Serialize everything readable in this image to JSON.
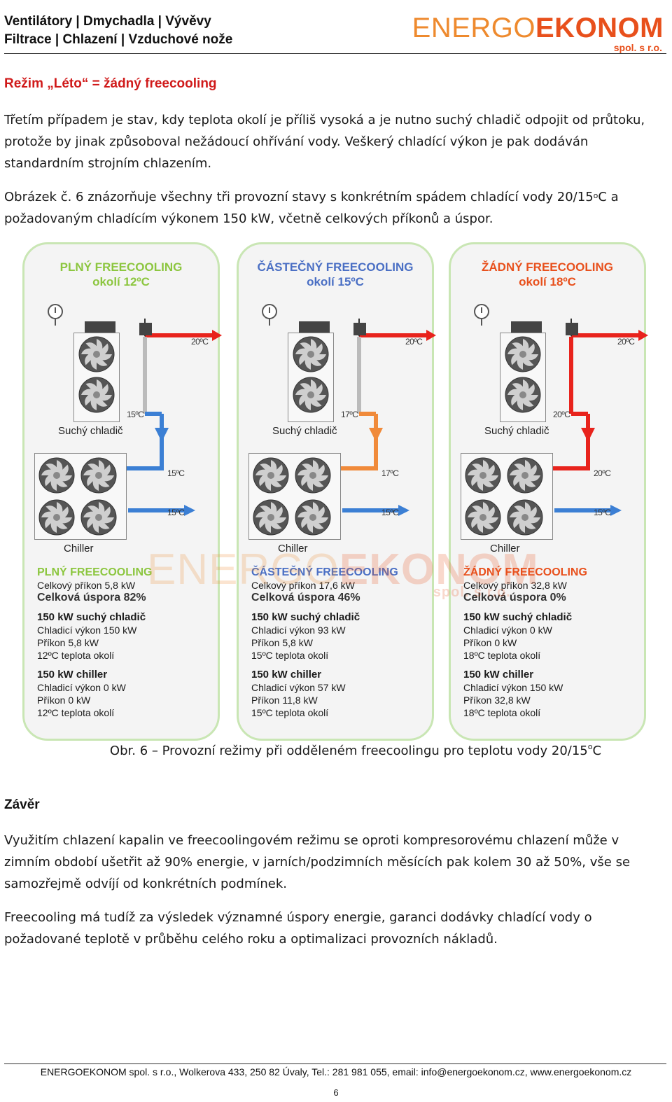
{
  "header": {
    "line1": "Ventilátory | Dmychadla | Vývěvy",
    "line2": "Filtrace | Chlazení | Vzduchové nože",
    "logo_light": "ENERGO",
    "logo_bold": "EKONOM",
    "logo_sub": "spol. s r.o."
  },
  "section1": {
    "title": "Režim „Léto“ = žádný freecooling",
    "p1": "Třetím případem je stav, kdy teplota okolí je příliš vysoká a je nutno suchý chladič odpojit od průtoku, protože by jinak způsoboval nežádoucí ohřívání vody. Veškerý chladící výkon je pak dodáván standardním strojním chlazením.",
    "p2_a": "Obrázek č. 6 znázorňuje všechny tři provozní stavy s konkrétním spádem chladící vody 20/15",
    "p2_sup": "o",
    "p2_b": "C a požadovaným chladícím výkonem 150 kW, včetně celkových příkonů a úspor."
  },
  "figure": {
    "watermark_light": "ENERGO",
    "watermark_bold": "EKONOM",
    "watermark_sub": "spol. s r.o.",
    "panels": [
      {
        "title1": "PLNÝ FREECOOLING",
        "title2": "okolí 12ºC",
        "title_color": "#8cc63f",
        "dry_label": "Suchý chladič",
        "chiller_label": "Chiller",
        "temps": [
          "20ºC",
          "15ºC",
          "15ºC",
          "15ºC"
        ],
        "mode": "PLNÝ FREECOOLING",
        "mode_color": "#8cc63f",
        "power": "Celkový příkon 5,8 kW",
        "saving": "Celková úspora 82%",
        "dry_head": "150 kW suchý chladič",
        "dry_l1": "Chladicí výkon 150 kW",
        "dry_l2": "Příkon 5,8 kW",
        "dry_l3": "12ºC teplota okolí",
        "ch_head": "150 kW chiller",
        "ch_l1": "Chladicí výkon 0 kW",
        "ch_l2": "Příkon 0 kW",
        "ch_l3": "12ºC teplota okolí"
      },
      {
        "title1": "ČÁSTEČNÝ FREECOOLING",
        "title2": "okolí 15ºC",
        "title_color": "#4a6fc4",
        "dry_label": "Suchý chladič",
        "chiller_label": "Chiller",
        "temps": [
          "20ºC",
          "17ºC",
          "17ºC",
          "15ºC"
        ],
        "mode": "ČÁSTEČNÝ FREECOOLING",
        "mode_color": "#4a6fc4",
        "power": "Celkový příkon 17,6 kW",
        "saving": "Celková úspora 46%",
        "dry_head": "150 kW suchý chladič",
        "dry_l1": "Chladicí výkon 93 kW",
        "dry_l2": "Příkon 5,8 kW",
        "dry_l3": "15ºC teplota okolí",
        "ch_head": "150 kW chiller",
        "ch_l1": "Chladicí výkon 57 kW",
        "ch_l2": "Příkon 11,8 kW",
        "ch_l3": "15ºC teplota okolí"
      },
      {
        "title1": "ŽÁDNÝ FREECOOLING",
        "title2": "okolí 18ºC",
        "title_color": "#e8501c",
        "dry_label": "Suchý chladič",
        "chiller_label": "Chiller",
        "temps": [
          "20ºC",
          "20ºC",
          "20ºC",
          "15ºC"
        ],
        "mode": "ŽÁDNÝ FREECOOLING",
        "mode_color": "#e8501c",
        "power": "Celkový příkon 32,8 kW",
        "saving": "Celková úspora 0%",
        "dry_head": "150 kW suchý chladič",
        "dry_l1": "Chladicí výkon 0 kW",
        "dry_l2": "Příkon 0 kW",
        "dry_l3": "18ºC teplota okolí",
        "ch_head": "150 kW chiller",
        "ch_l1": "Chladicí výkon 150 kW",
        "ch_l2": "Příkon 32,8 kW",
        "ch_l3": "18ºC teplota okolí"
      }
    ],
    "caption_a": "Obr. 6 – Provozní režimy při odděleném freecoolingu pro teplotu vody 20/15",
    "caption_sup": "o",
    "caption_b": "C"
  },
  "section2": {
    "title": "Závěr",
    "p1": "Využitím chlazení kapalin ve freecoolingovém režimu se oproti kompresorovému chlazení může v zimním období ušetřit až 90% energie, v jarních/podzimních měsících pak kolem 30 až 50%, vše se samozřejmě odvíjí od konkrétních podmínek.",
    "p2": "Freecooling má tudíž za výsledek významné úspory energie, garanci dodávky chladící vody o požadované teplotě v průběhu celého roku a optimalizaci provozních nákladů."
  },
  "footer": {
    "text": "ENERGOEKONOM spol. s r.o., Wolkerova 433, 250 82 Úvaly, Tel.: 281 981 055, email: info@energoekonom.cz, www.energoekonom.cz",
    "page": "6"
  }
}
